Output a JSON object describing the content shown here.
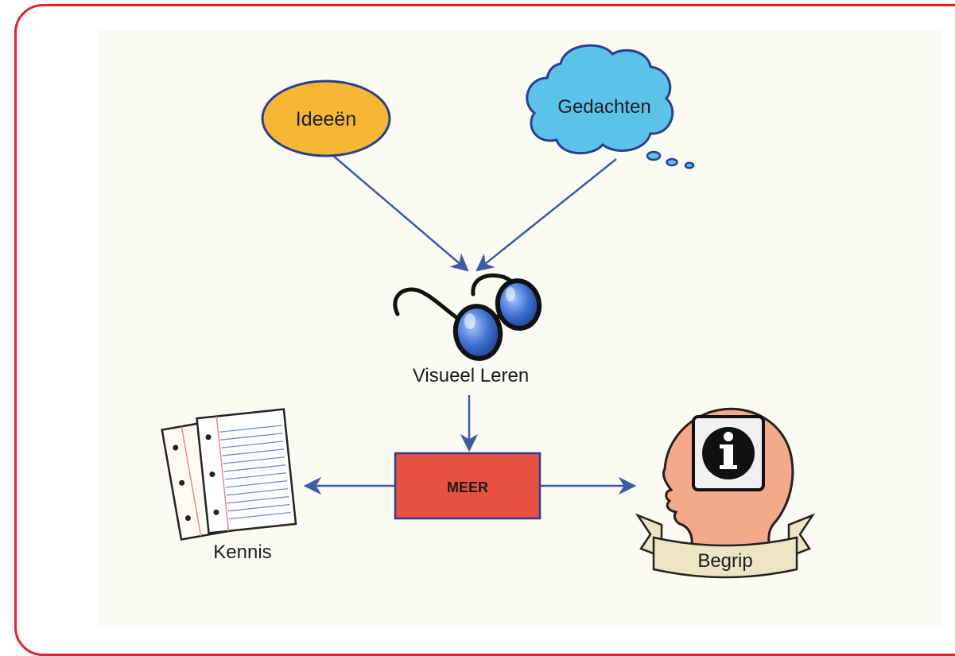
{
  "nodes": {
    "ideas": "Ideeën",
    "thoughts": "Gedachten",
    "visual": "Visueel Leren",
    "more": "MEER",
    "knowledge": "Kennis",
    "understanding": "Begrip"
  },
  "colors": {
    "frame": "#e3222e",
    "background": "#fbfaf3",
    "ideas_fill": "#f7b733",
    "thoughts_fill": "#5bc3e8",
    "arrow": "#3b5ba5",
    "more_fill": "#e8513f",
    "lens": "#3d6fd1",
    "head_skin": "#f4a98a",
    "banner": "#ece4c4"
  },
  "icons": [
    "glasses-icon",
    "notebook-pages-icon",
    "head-info-icon",
    "banner-icon",
    "cloud-icon"
  ]
}
